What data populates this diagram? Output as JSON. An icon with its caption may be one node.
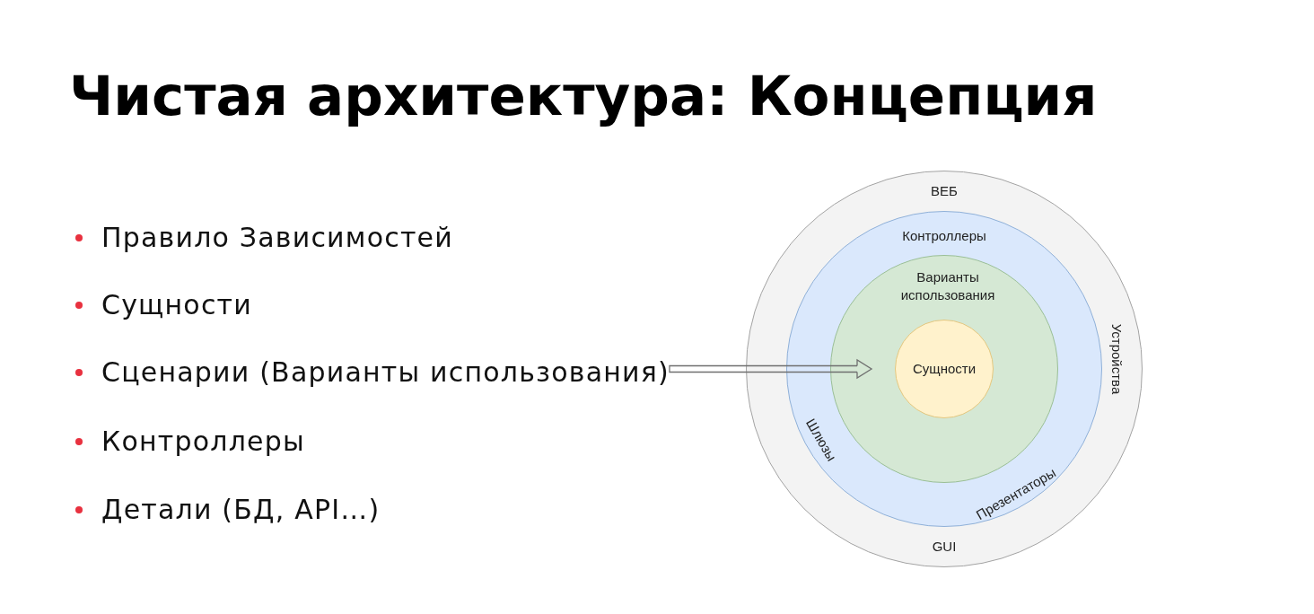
{
  "diagram": {
    "title": "Чистая архитектура: Концепция",
    "nodes": [
      {
        "text": [
          "Сценарии (Варианты использования)"
        ]
      },
      {
        "text": [
          "ВЕБ",
          "Устройства",
          "GUI"
        ]
      },
      {
        "text": [
          "Контроллеры",
          "Шлюзы",
          "Презентаторы"
        ],
        "in": 1
      },
      {
        "text": [
          "Варианты использования"
        ],
        "in": 2
      },
      {
        "text": [
          "Сущности"
        ],
        "in": 3
      }
    ],
    "edges": [
      {
        "from": 0,
        "to": 3,
        "arrow": "to"
      }
    ],
    "labels": [
      "Правило Зависимостей",
      "Сущности",
      "Контроллеры",
      "Детали (БД, API…)"
    ]
  }
}
